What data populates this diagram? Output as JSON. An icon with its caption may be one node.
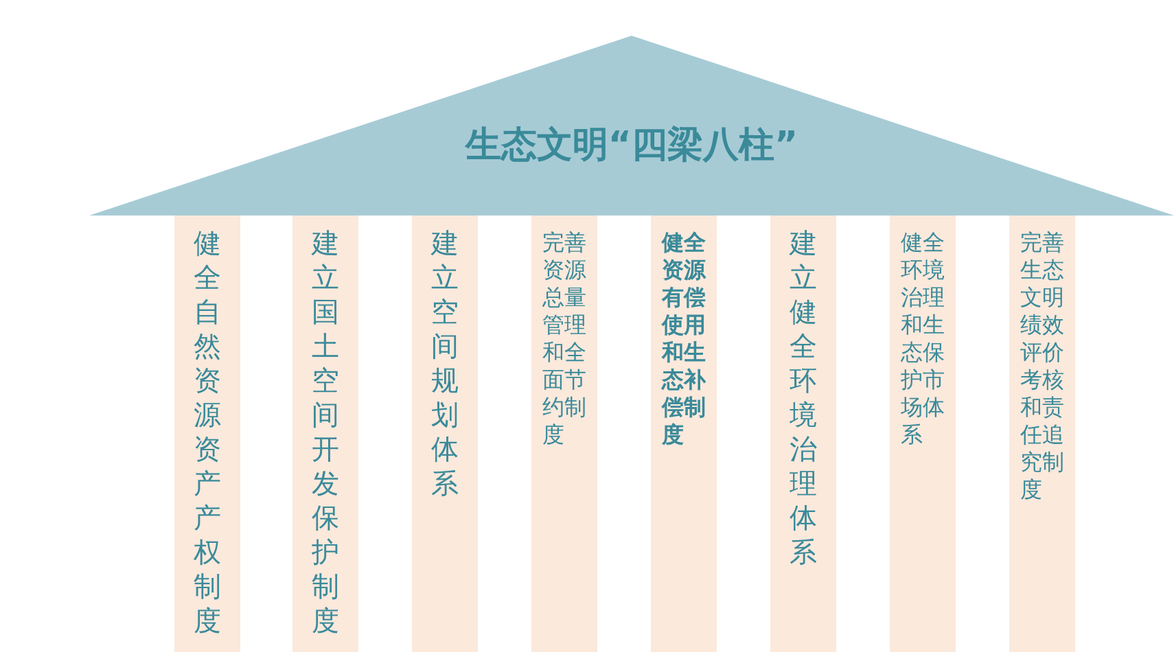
{
  "diagram": {
    "nodes": [
      {
        "text": [
          "生态文明“四梁八柱”"
        ]
      },
      {
        "text": [
          "健全自然资源资产产权制度"
        ]
      },
      {
        "text": [
          "建立国土空间开发保护制度"
        ]
      },
      {
        "text": [
          "建立空间规划体系"
        ]
      },
      {
        "text": [
          "完善资源总量管理和全面节约制度"
        ]
      },
      {
        "text": [
          "**健全资源有偿使用和生态补偿制度**"
        ]
      },
      {
        "text": [
          "建立健全环境治理体系"
        ]
      },
      {
        "text": [
          "健全环境治理和生态保护市场体系"
        ]
      },
      {
        "text": [
          "完善生态文明绩效评价考核和责任追究制度"
        ]
      }
    ]
  }
}
